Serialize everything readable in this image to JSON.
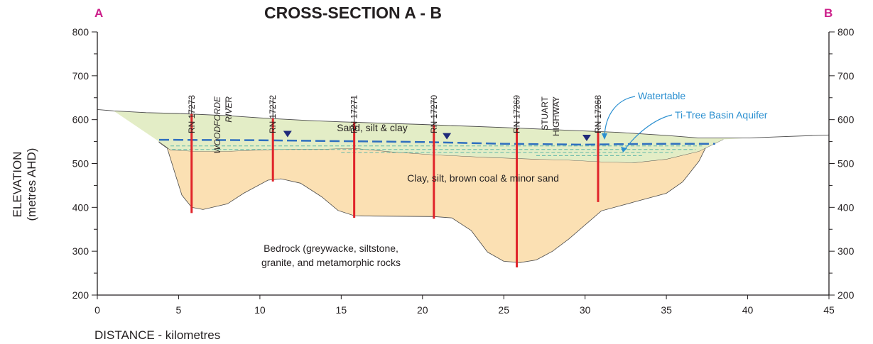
{
  "title": "CROSS-SECTION A - B",
  "end_left": "A",
  "end_right": "B",
  "xlabel": "DISTANCE - kilometres",
  "ylabel_line1": "ELEVATION",
  "ylabel_line2": "(metres AHD)",
  "colors": {
    "upper_layer": "#e3edc6",
    "lower_layer": "#fbe0b3",
    "boreholes": "#e0242a",
    "watertable": "#2e6fbf",
    "aquifer_dash": "#62b8a8",
    "triangles": "#1f2a7a",
    "endpoints": "#cc1f8a",
    "callouts": "#2a8fd0"
  },
  "units": {
    "upper": "Sand, silt & clay",
    "lower": "Clay, silt, brown coal & minor sand",
    "bedrock_line1": "Bedrock (greywacke, siltstone,",
    "bedrock_line2": "granite, and metamorphic rocks"
  },
  "callouts": {
    "watertable": "Watertable",
    "aquifer": "Ti-Tree Basin Aquifer"
  },
  "features": [
    {
      "line1": "WOODFORDE",
      "line2": "RIVER",
      "x": 7.9
    },
    {
      "line1": "STUART",
      "line2": "HIGHWAY",
      "x": 28.0
    }
  ],
  "chart_data": {
    "type": "cross-section",
    "xlim": [
      0,
      45
    ],
    "ylim": [
      200,
      800
    ],
    "x_ticks": [
      "0",
      "5",
      "10",
      "15",
      "20",
      "25",
      "30",
      "35",
      "40",
      "45"
    ],
    "y_ticks": [
      "200",
      "300",
      "400",
      "500",
      "600",
      "700",
      "800"
    ],
    "boreholes": [
      {
        "label": "RN 17273",
        "x": 5.8,
        "top": 613,
        "bottom": 387
      },
      {
        "label": "RN 17272",
        "x": 10.8,
        "top": 603,
        "bottom": 459
      },
      {
        "label": "RN 17271",
        "x": 15.8,
        "top": 594,
        "bottom": 376
      },
      {
        "label": "RN 17270",
        "x": 20.7,
        "top": 588,
        "bottom": 374
      },
      {
        "label": "RN 17269",
        "x": 25.8,
        "top": 580,
        "bottom": 263
      },
      {
        "label": "RN 17268",
        "x": 30.8,
        "top": 573,
        "bottom": 412
      }
    ],
    "water_level_markers": [
      {
        "x": 11.7,
        "y": 555
      },
      {
        "x": 21.5,
        "y": 550
      },
      {
        "x": 30.1,
        "y": 546
      }
    ],
    "ground_surface": [
      [
        0,
        623
      ],
      [
        1,
        620
      ],
      [
        3,
        616
      ],
      [
        5,
        614
      ],
      [
        8,
        609
      ],
      [
        10,
        604
      ],
      [
        13,
        598
      ],
      [
        15,
        595
      ],
      [
        20,
        589
      ],
      [
        25,
        582
      ],
      [
        30,
        574
      ],
      [
        32,
        571
      ],
      [
        35,
        564
      ],
      [
        37,
        558
      ],
      [
        40,
        558
      ],
      [
        42,
        561
      ],
      [
        45,
        565
      ]
    ],
    "top_lower_layer": [
      [
        3.8,
        550
      ],
      [
        4.5,
        531
      ],
      [
        6,
        528
      ],
      [
        8,
        528
      ],
      [
        10,
        531
      ],
      [
        12,
        533
      ],
      [
        14,
        533
      ],
      [
        15.8,
        535
      ],
      [
        18,
        527
      ],
      [
        20.7,
        520
      ],
      [
        24,
        514
      ],
      [
        27,
        510
      ],
      [
        29,
        508
      ],
      [
        31,
        504
      ],
      [
        33,
        502
      ],
      [
        35,
        510
      ],
      [
        37,
        528
      ]
    ],
    "bedrock_surface": [
      [
        3.8,
        548
      ],
      [
        4.3,
        535
      ],
      [
        4.8,
        475
      ],
      [
        5.2,
        428
      ],
      [
        5.8,
        400
      ],
      [
        6.5,
        395
      ],
      [
        8,
        408
      ],
      [
        9,
        432
      ],
      [
        10.5,
        462
      ],
      [
        11.3,
        465
      ],
      [
        12.5,
        455
      ],
      [
        13.8,
        424
      ],
      [
        14.8,
        393
      ],
      [
        15.8,
        381
      ],
      [
        17,
        380
      ],
      [
        20.7,
        379
      ],
      [
        21.8,
        376
      ],
      [
        23,
        347
      ],
      [
        24,
        298
      ],
      [
        25,
        277
      ],
      [
        26,
        274
      ],
      [
        27,
        280
      ],
      [
        28,
        300
      ],
      [
        29,
        328
      ],
      [
        31,
        392
      ],
      [
        33,
        412
      ],
      [
        35,
        432
      ],
      [
        36,
        458
      ],
      [
        37,
        505
      ],
      [
        37.5,
        542
      ],
      [
        38.5,
        555
      ]
    ],
    "watertable": [
      [
        3.8,
        554
      ],
      [
        10,
        553
      ],
      [
        15,
        551
      ],
      [
        20,
        549
      ],
      [
        25,
        545
      ],
      [
        30,
        543
      ],
      [
        32,
        544
      ],
      [
        35,
        545
      ],
      [
        38,
        545
      ]
    ]
  }
}
